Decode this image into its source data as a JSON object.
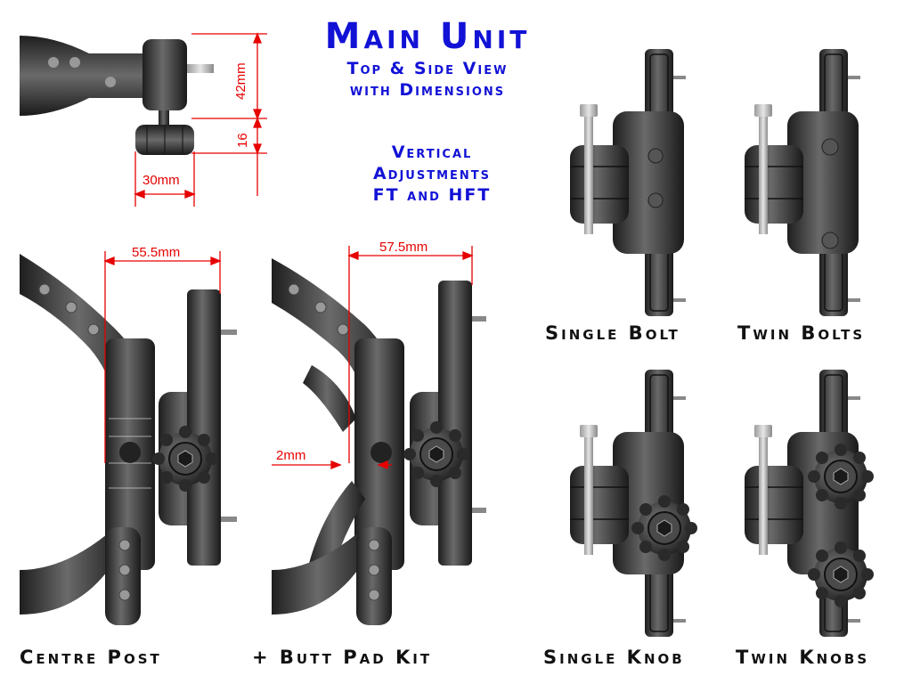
{
  "header": {
    "title": "Main Unit",
    "subtitle_line1": "Top & Side View",
    "subtitle_line2": "with Dimensions"
  },
  "vertical_adjustments": {
    "line1": "Vertical",
    "line2": "Adjustments",
    "line3": "FT and HFT"
  },
  "dimensions": {
    "height_top": "42mm",
    "height_knob": "16",
    "width_top": "30mm",
    "centre_post_offset": "55.5mm",
    "butt_pad_offset": "57.5mm",
    "gap": "2mm"
  },
  "captions": {
    "centre_post": "Centre Post",
    "butt_pad_kit": "+ Butt Pad Kit",
    "single_bolt": "Single Bolt",
    "twin_bolts": "Twin Bolts",
    "single_knob": "Single Knob",
    "twin_knobs": "Twin Knobs"
  },
  "colors": {
    "title_blue": "#1212d6",
    "dimension_red": "#e60000",
    "metal_dark": "#3a3a3a"
  }
}
